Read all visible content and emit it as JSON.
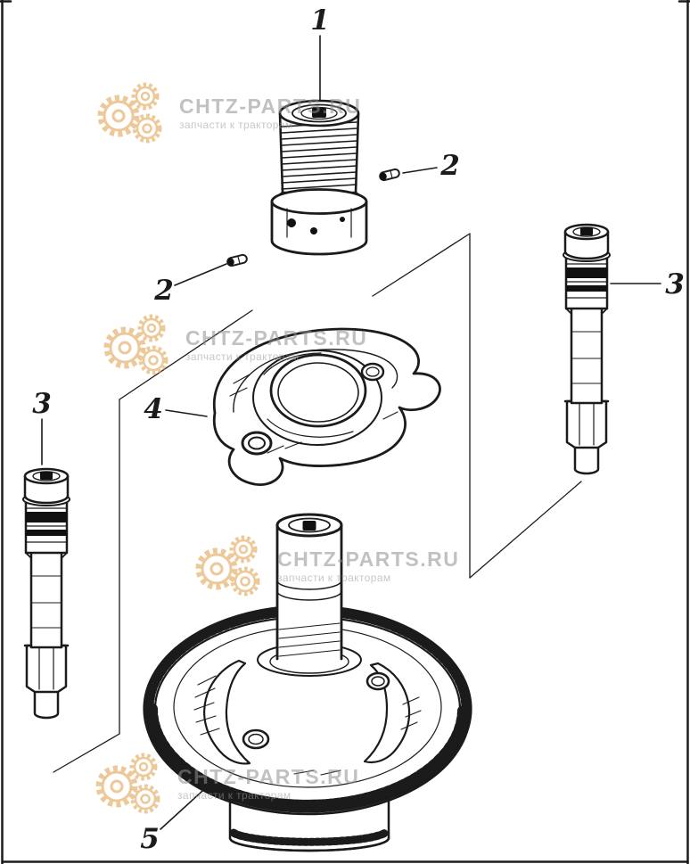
{
  "colors": {
    "background": "#ffffff",
    "line_ink": "#1b1b1b",
    "watermark_gear": "#e09c44",
    "watermark_text": "#8f8f8f"
  },
  "watermark": {
    "brand": "CHTZ-PARTS.RU",
    "tagline": "запчасти к тракторам"
  },
  "callouts": {
    "part1": "1",
    "part2_upper": "2",
    "part2_lower": "2",
    "part3_right": "3",
    "part3_left": "3",
    "part4": "4",
    "part5": "5"
  }
}
